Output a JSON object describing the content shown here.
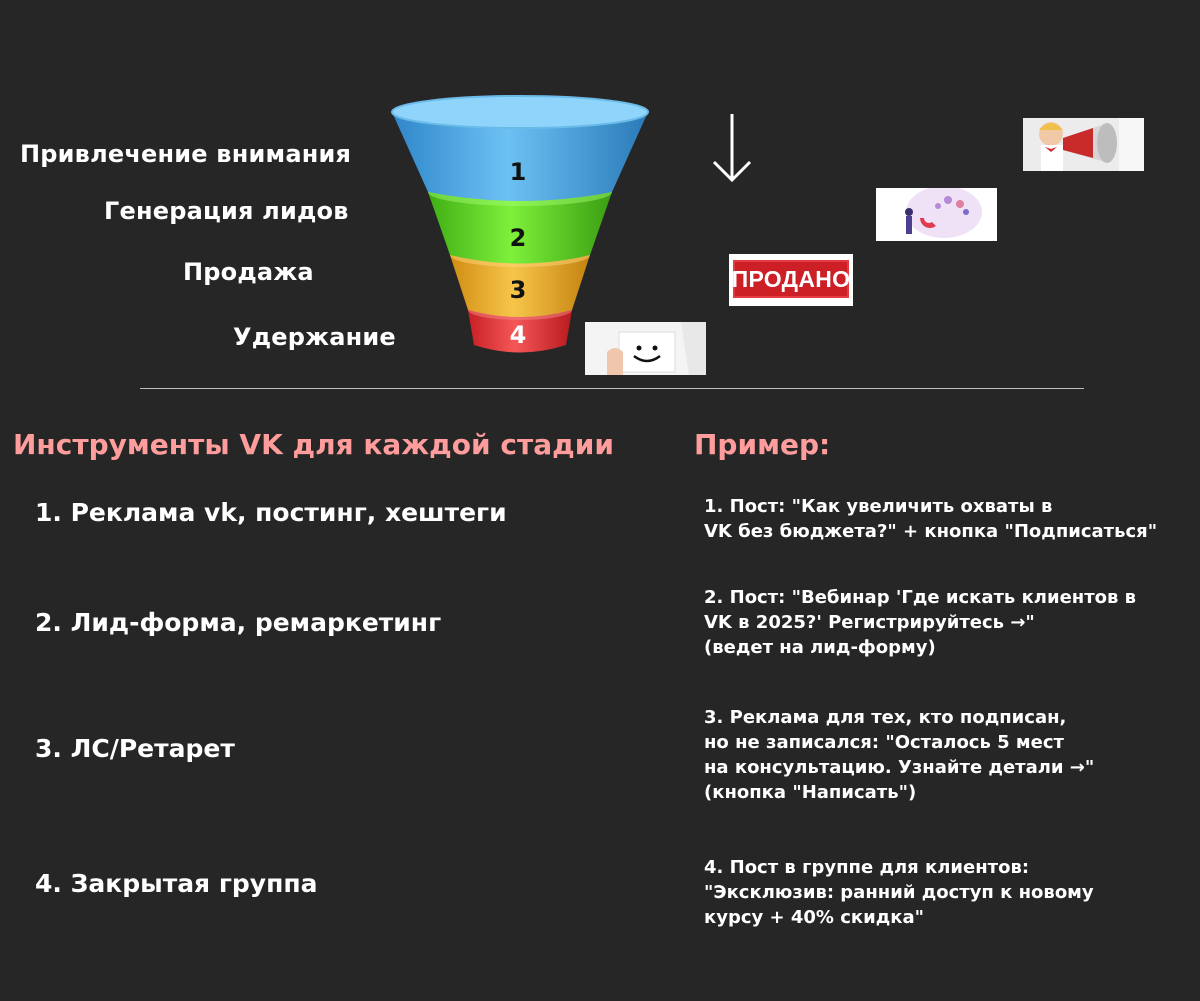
{
  "funnel": {
    "stages": [
      {
        "label": "Привлечение внимания",
        "number": "1",
        "color": "#4fa8e6"
      },
      {
        "label": "Генерация лидов",
        "number": "2",
        "color": "#59d626"
      },
      {
        "label": "Продажа",
        "number": "3",
        "color": "#e8ae2b"
      },
      {
        "label": "Удержание",
        "number": "4",
        "color": "#e83a3a"
      }
    ]
  },
  "sold_stamp": "ПРОДАНО",
  "tools_heading": "Инструменты VK для каждой стадии",
  "examples_heading": "Пример:",
  "tools": [
    "1. Реклама vk, постинг, хештеги",
    "2. Лид-форма, ремаркетинг",
    "3. ЛС/Ретарет",
    "4. Закрытая группа"
  ],
  "examples": [
    " 1. Пост: \"Как увеличить охваты в\nVK без бюджета?\" + кнопка \"Подписаться\"",
    " 2. Пост: \"Вебинар 'Где искать клиентов в\nVK в 2025?' Регистрируйтесь →\"\n(ведет на лид-форму)",
    " 3. Реклама для тех, кто подписан,\nно не записался: \"Осталось 5 мест\nна консультацию. Узнайте детали →\"\n(кнопка \"Написать\")",
    " 4. Пост в группе для клиентов:\n\"Эксклюзив: ранний доступ к новому\nкурсу + 40% скидка\""
  ],
  "colors": {
    "background": "#262626",
    "heading": "#ff9c9c",
    "text": "#ffffff"
  }
}
